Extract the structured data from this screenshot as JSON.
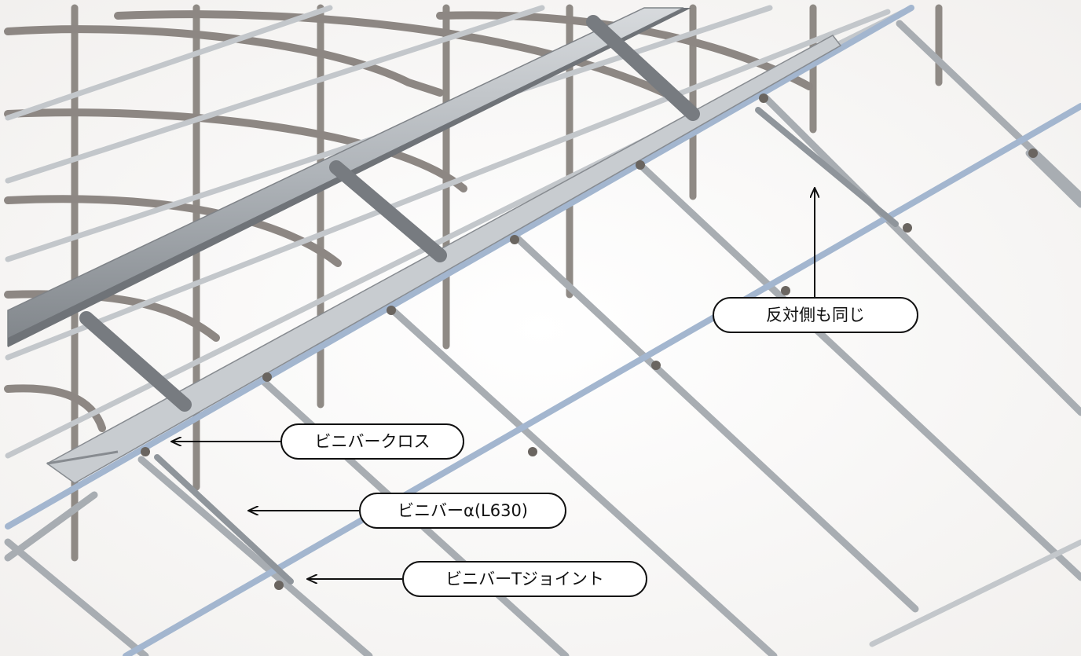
{
  "callouts": {
    "same_on_opposite_side": "反対側も同じ",
    "vinybar_cross": "ビニバークロス",
    "vinybar_alpha": "ビニバーα(L630)",
    "vinybar_t_joint": "ビニバーTジョイント"
  },
  "colors": {
    "background": "#ffffff",
    "galvanized_pipe": "#b9bdc1",
    "pipe_shadow": "#7d8084",
    "blue_pipe": "#9fb4cf",
    "post": "#8a8580",
    "label_border": "#111111"
  }
}
